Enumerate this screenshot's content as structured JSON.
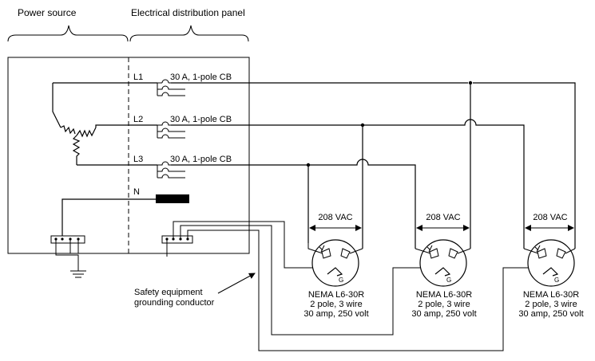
{
  "headers": {
    "power_source": "Power source",
    "panel": "Electrical distribution panel"
  },
  "lines": {
    "l1": "L1",
    "l2": "L2",
    "l3": "L3",
    "n": "N"
  },
  "breakers": {
    "cb1": "30 A, 1-pole CB",
    "cb2": "30 A, 1-pole CB",
    "cb3": "30 A, 1-pole CB"
  },
  "receptacles": [
    {
      "voltage": "208 VAC",
      "model": "NEMA L6-30R",
      "poles": "2 pole, 3 wire",
      "rating": "30 amp, 250 volt",
      "ground_mark": "G"
    },
    {
      "voltage": "208 VAC",
      "model": "NEMA L6-30R",
      "poles": "2 pole, 3 wire",
      "rating": "30 amp, 250 volt",
      "ground_mark": "G"
    },
    {
      "voltage": "208 VAC",
      "model": "NEMA L6-30R",
      "poles": "2 pole, 3 wire",
      "rating": "30 amp, 250 volt",
      "ground_mark": "G"
    }
  ],
  "annotation": {
    "line1": "Safety equipment",
    "line2": "grounding conductor"
  }
}
